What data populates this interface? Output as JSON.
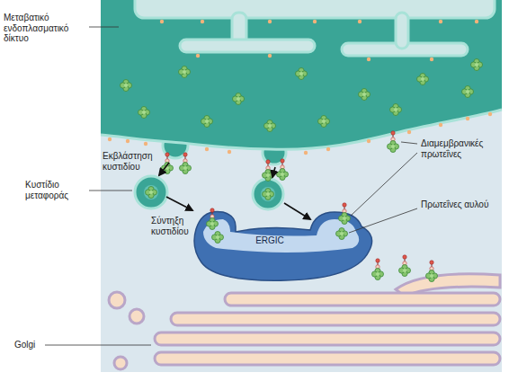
{
  "diagram": {
    "labels": [
      "Μεταβατικό ενδοπλασματικό δίκτυο",
      "Εκβλάστηση κυστιδίου",
      "Κυστίδιο μεταφοράς",
      "Σύντηξη κυστιδίου",
      "ERGIC",
      "Διαμεμβρανικές πρωτεΐνες",
      "Πρωτεΐνες αυλού",
      "Golgi"
    ]
  }
}
